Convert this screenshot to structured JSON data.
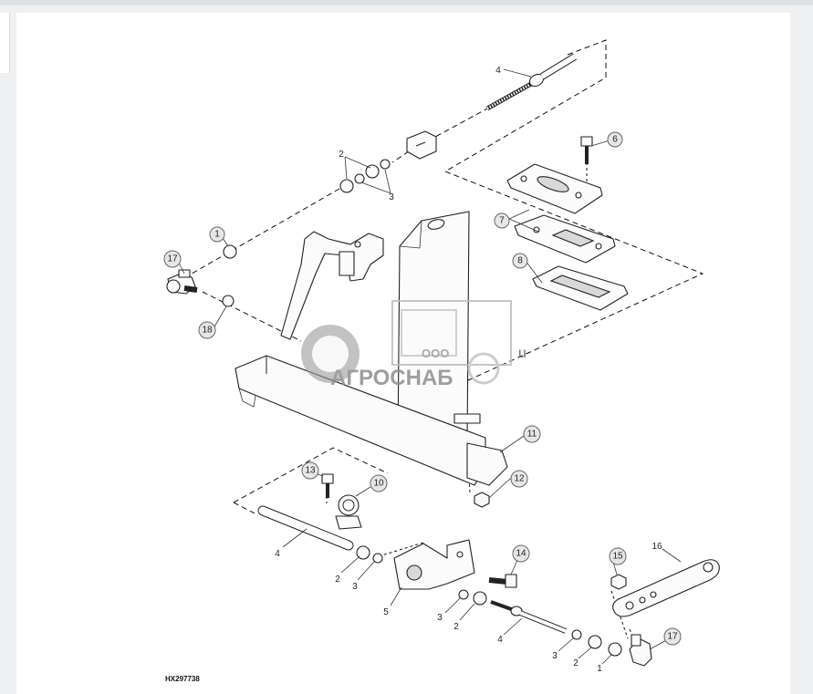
{
  "diagram": {
    "figure_code": "HX297738",
    "watermark": {
      "prefix": "ООО",
      "name": "АГРОСНАБ",
      "suffix": "u",
      "color": "#9a9a9a"
    },
    "callouts": {
      "c1a": "1",
      "c1b": "1",
      "c2a": "2",
      "c2b": "2",
      "c2c": "2",
      "c2d": "2",
      "c3a": "3",
      "c3b": "3",
      "c3c": "3",
      "c3d": "3",
      "c4a": "4",
      "c4b": "4",
      "c4c": "4",
      "c5": "5",
      "c6": "6",
      "c7": "7",
      "c8": "8",
      "c10": "10",
      "c11": "11",
      "c12": "12",
      "c13": "13",
      "c14": "14",
      "c15": "15",
      "c16": "16",
      "c17a": "17",
      "c17b": "17",
      "c18": "18"
    }
  }
}
